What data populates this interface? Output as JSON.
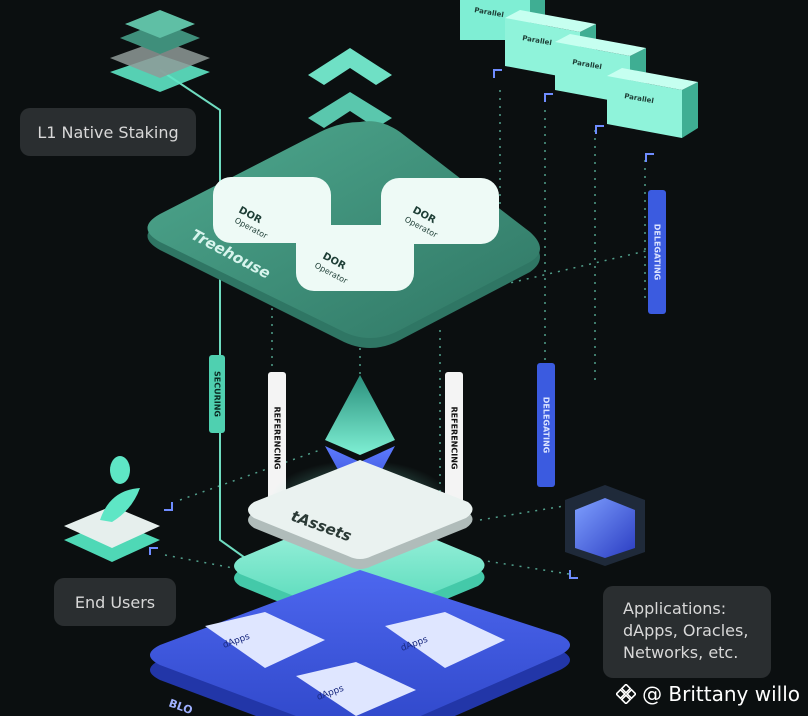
{
  "labels": {
    "l1_native_staking": "L1 Native Staking",
    "end_users": "End Users",
    "applications_line1": "Applications:",
    "applications_line2": "dApps, Oracles,",
    "applications_line3": "Networks, etc."
  },
  "treehouse": {
    "title": "Treehouse",
    "cards": [
      {
        "title": "DOR",
        "sub": "Operator"
      },
      {
        "title": "DOR",
        "sub": "Operator"
      },
      {
        "title": "DOR",
        "sub": "Operator"
      }
    ]
  },
  "tassets": {
    "title": "tAssets"
  },
  "bottom_platform": {
    "dapps": [
      "dApps",
      "dApps",
      "dApps"
    ],
    "partial_label": "BLO"
  },
  "parallel_cubes": [
    "Parallel",
    "Parallel",
    "Parallel",
    "Parallel"
  ],
  "vertical_tags": {
    "securing": "SECURING",
    "referencing_left": "REFERENCING",
    "referencing_right": "REFERENCING",
    "delegating_top": "DELEGATING",
    "delegating_mid": "DELEGATING"
  },
  "watermark": {
    "text": "@ Brittany willo",
    "icon": "binance-icon"
  },
  "colors": {
    "background": "#0b0f10",
    "mint": "#5ee6c5",
    "teal_platform": "#3f8f7b",
    "blue": "#3b5be0",
    "label_bg": "#2a2e30"
  }
}
